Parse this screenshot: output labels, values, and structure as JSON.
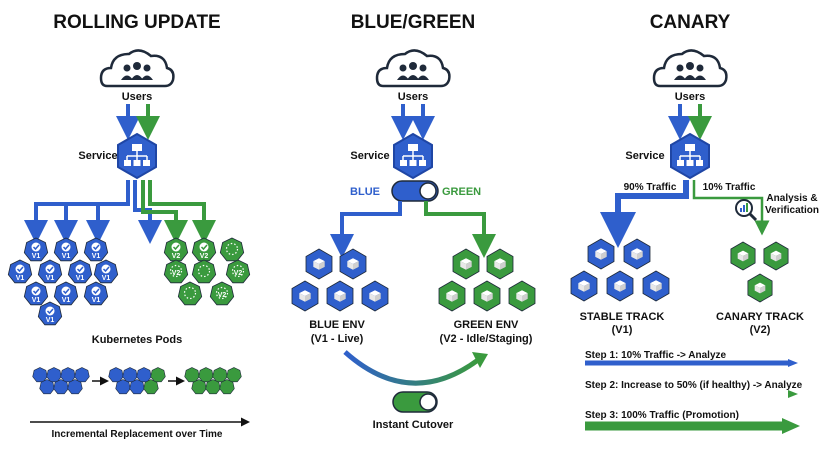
{
  "panels": {
    "rolling": {
      "title": "ROLLING UPDATE",
      "users": "Users",
      "service": "Service",
      "pods_label": "Kubernetes Pods",
      "v1": "V1",
      "v2": "V2",
      "timeline_label": "Incremental Replacement over Time"
    },
    "bluegreen": {
      "title": "BLUE/GREEN",
      "users": "Users",
      "service": "Service",
      "toggle_blue": "BLUE",
      "toggle_green": "GREEN",
      "blue_env": "BLUE ENV",
      "blue_env_sub": "(V1 - Live)",
      "green_env": "GREEN ENV",
      "green_env_sub": "(V2 - Idle/Staging)",
      "cutover": "Instant Cutover"
    },
    "canary": {
      "title": "CANARY",
      "users": "Users",
      "service": "Service",
      "traffic_90": "90% Traffic",
      "traffic_10": "10% Traffic",
      "analysis_1": "Analysis &",
      "analysis_2": "Verification",
      "stable": "STABLE TRACK",
      "stable_sub": "(V1)",
      "canary_track": "CANARY TRACK",
      "canary_sub": "(V2)",
      "step1": "Step 1: 10% Traffic -> Analyze",
      "step2": "Step 2: Increase to 50% (if healthy) -> Analyze",
      "step3": "Step 3: 100% Traffic (Promotion)"
    }
  },
  "colors": {
    "blue": "#2f5fcc",
    "green": "#3a9a3e",
    "dark": "#1f2a3a"
  },
  "icons": [
    "cloud-users-icon",
    "service-network-icon",
    "pod-check-icon",
    "pod-cube-icon",
    "magnifier-chart-icon",
    "toggle-switch-icon"
  ]
}
